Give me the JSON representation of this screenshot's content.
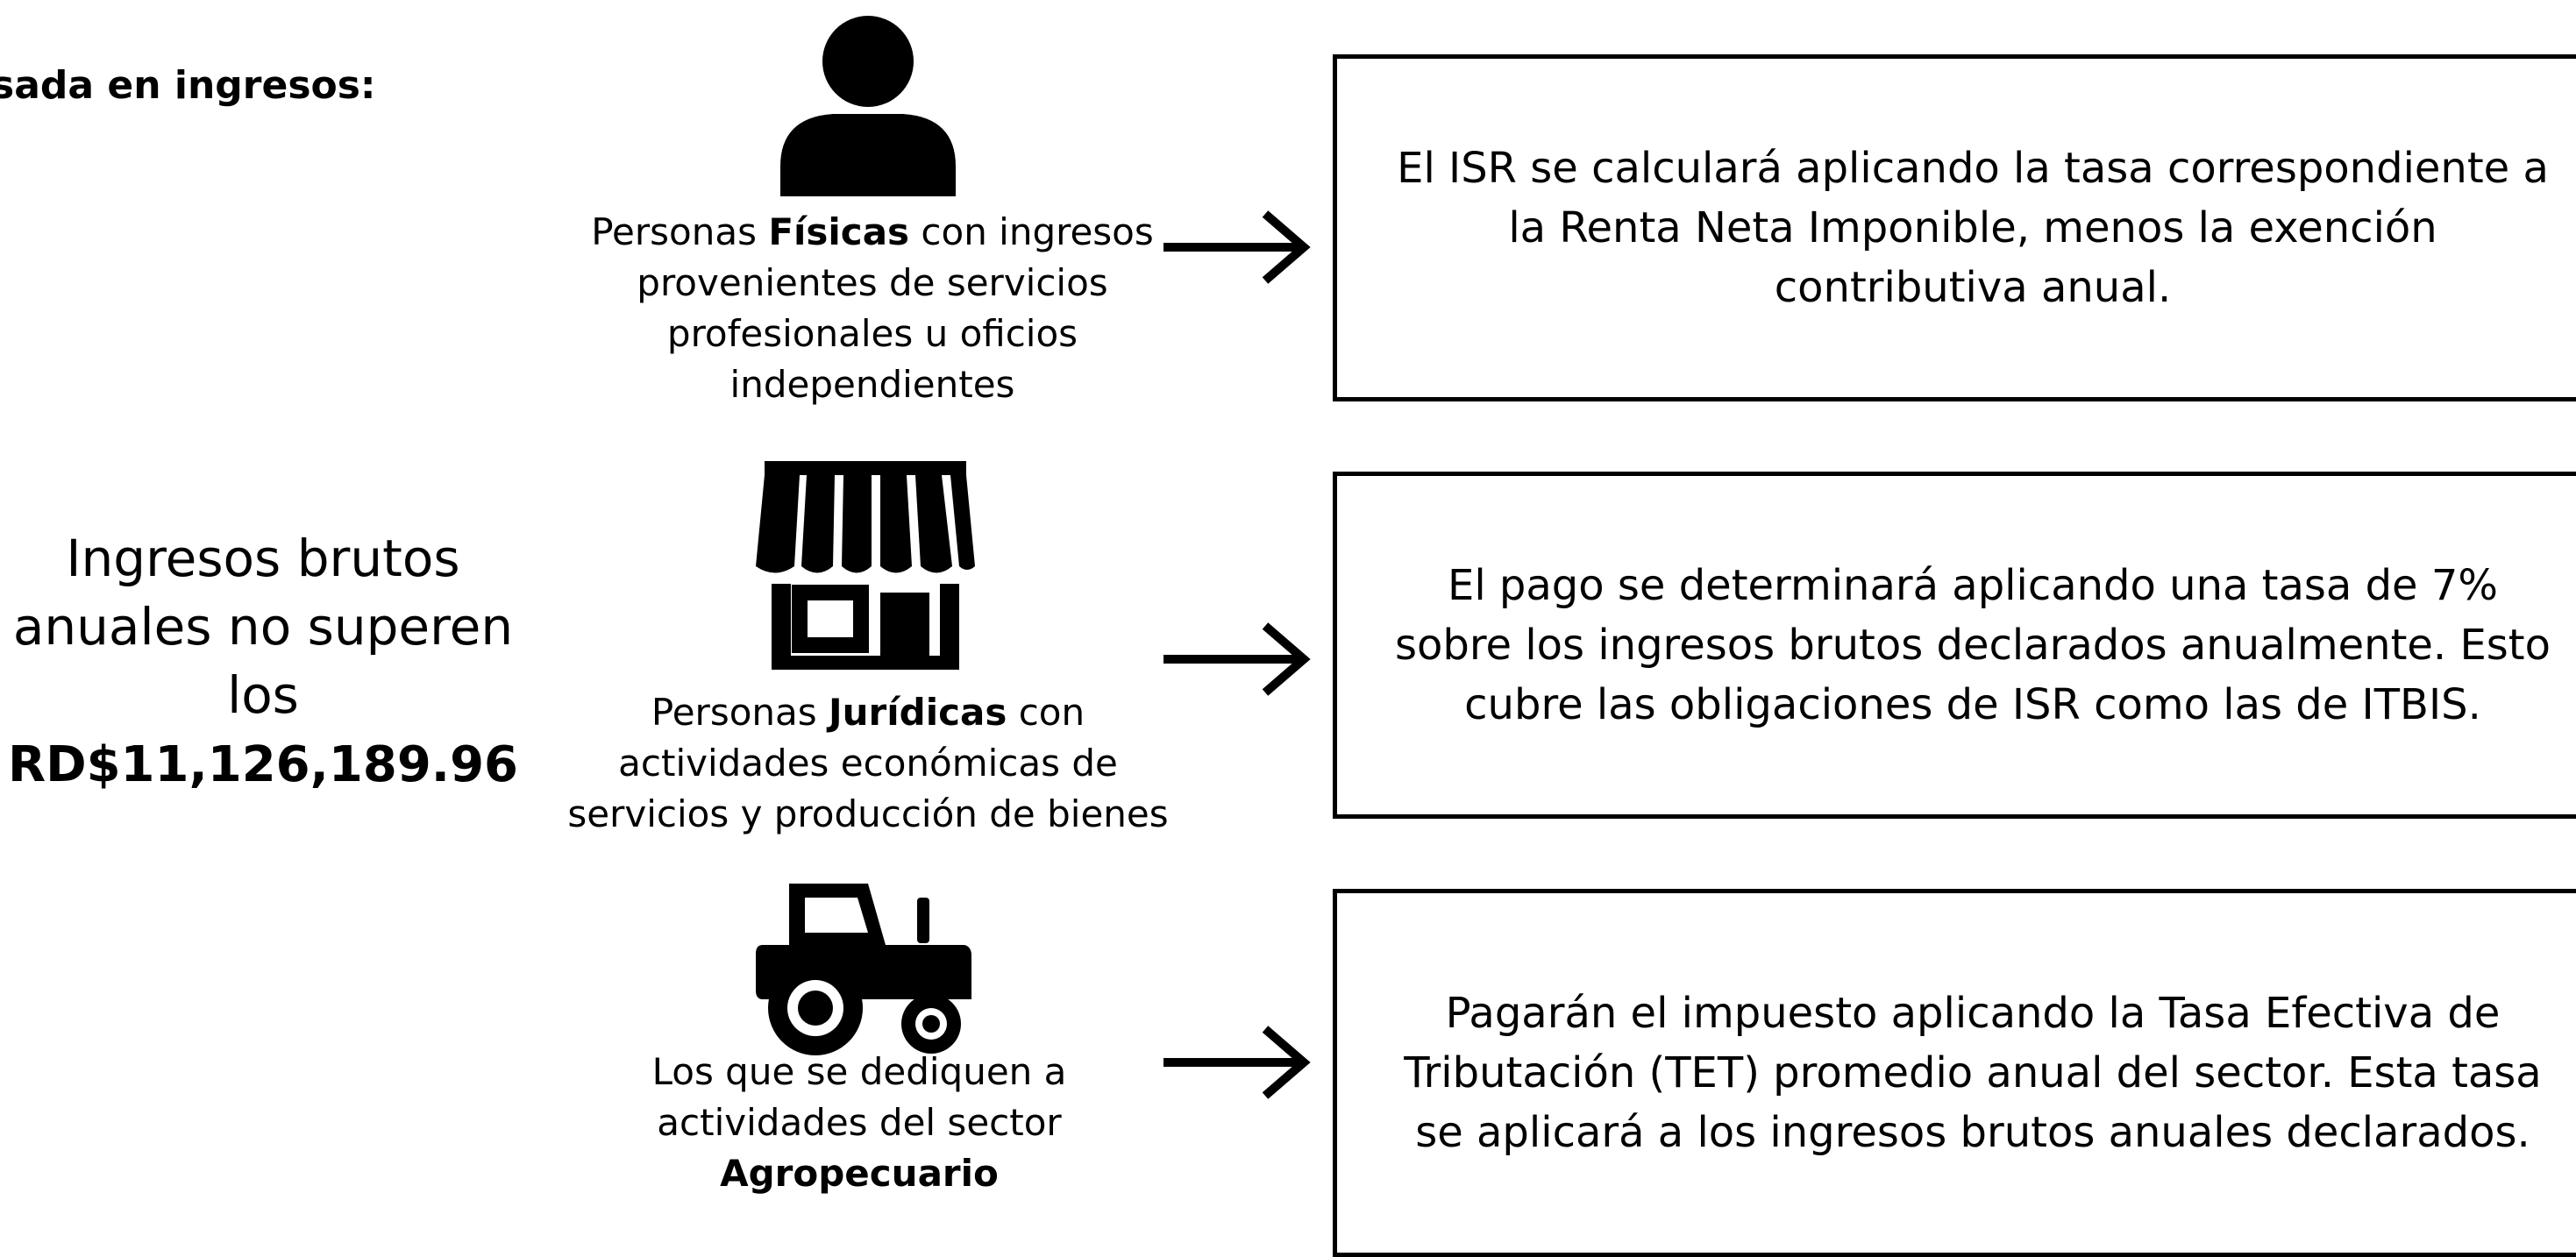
{
  "heading": "sada en ingresos:",
  "left_panel": {
    "text": "Ingresos brutos anuales no superen los",
    "amount": "RD$11,126,189.96"
  },
  "rows": [
    {
      "icon": "person-icon",
      "caption_pre": "Personas ",
      "caption_bold": "Físicas",
      "caption_post": " con ingresos provenientes de servicios profesionales u oficios independientes",
      "description": "El ISR se calculará aplicando la tasa correspondiente a la Renta Neta Imponible, menos la exención contributiva anual."
    },
    {
      "icon": "storefront-icon",
      "caption_pre": "Personas ",
      "caption_bold": "Jurídicas",
      "caption_post": " con actividades económicas de servicios y producción de bienes",
      "description": "El pago se determinará aplicando una tasa  de 7% sobre los ingresos brutos declarados anualmente. Esto cubre las obligaciones de ISR como las de ITBIS."
    },
    {
      "icon": "tractor-icon",
      "caption_pre": "Los que se dediquen a actividades del sector ",
      "caption_bold": "Agropecuario",
      "caption_post": "",
      "description": "Pagarán el impuesto aplicando la Tasa Efectiva de Tributación (TET) promedio anual del sector. Esta tasa se aplicará a los ingresos brutos anuales declarados."
    }
  ]
}
